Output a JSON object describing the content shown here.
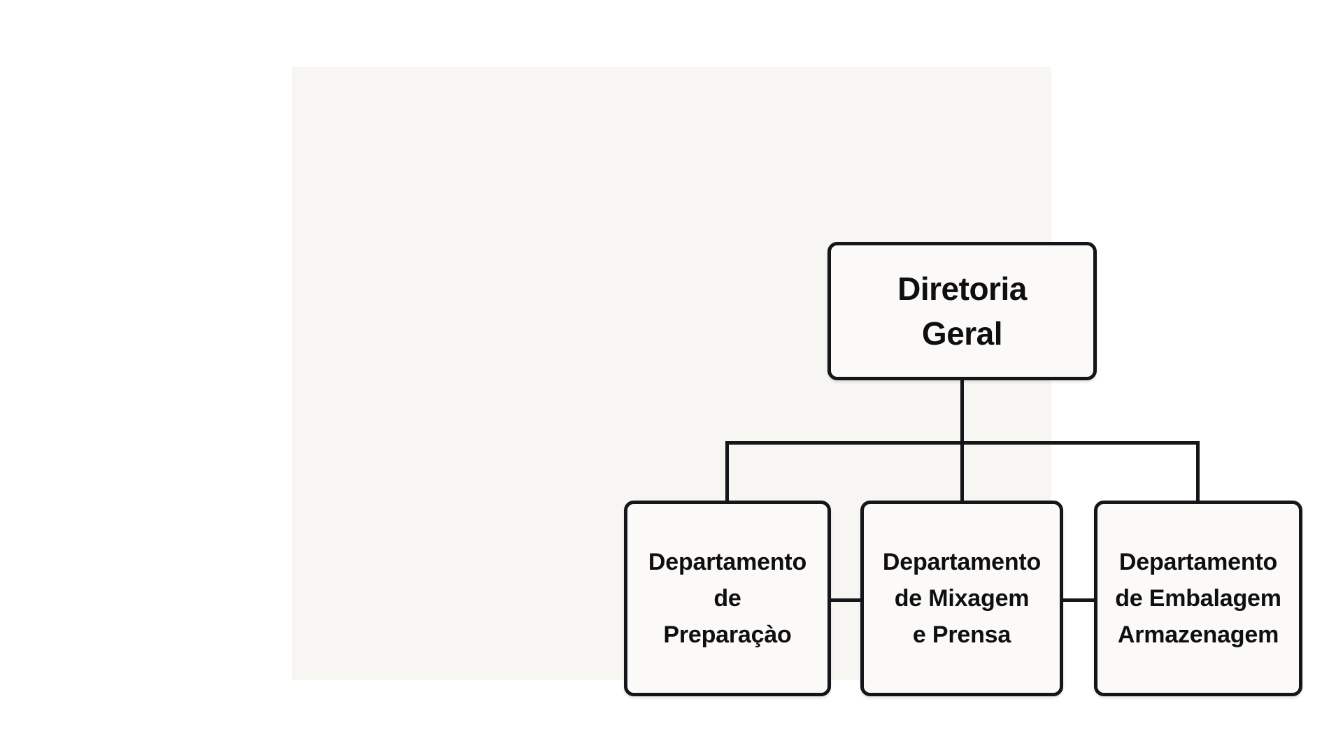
{
  "page": {
    "background_color": "#ffffff",
    "canvas_background_color": "#f7f6f3"
  },
  "diagram": {
    "type": "org-chart",
    "line_color": "#15161a",
    "box_background_color": "#fbfaf8",
    "box_border_color": "#15161a",
    "text_color": "#0f0f10",
    "root": {
      "id": "diretoria-geral",
      "label": "Diretoria Geral",
      "lines": [
        "Diretoria",
        "Geral"
      ]
    },
    "children": [
      {
        "id": "departamento-de-preparacao",
        "label": "Departamento de Preparaçào",
        "lines": [
          "Departamento",
          "de",
          "Preparaçào"
        ]
      },
      {
        "id": "departamento-de-mixagem-e-prensa",
        "label": "Departamento de Mixagem e Prensa",
        "lines": [
          "Departamento",
          "de Mixagem",
          "e Prensa"
        ]
      },
      {
        "id": "departamento-de-embalagem-armazenagem",
        "label": "Departamento de Embalagem Armazenagem",
        "lines": [
          "Departamento",
          "de Embalagem",
          "Armazenagem"
        ]
      }
    ]
  }
}
